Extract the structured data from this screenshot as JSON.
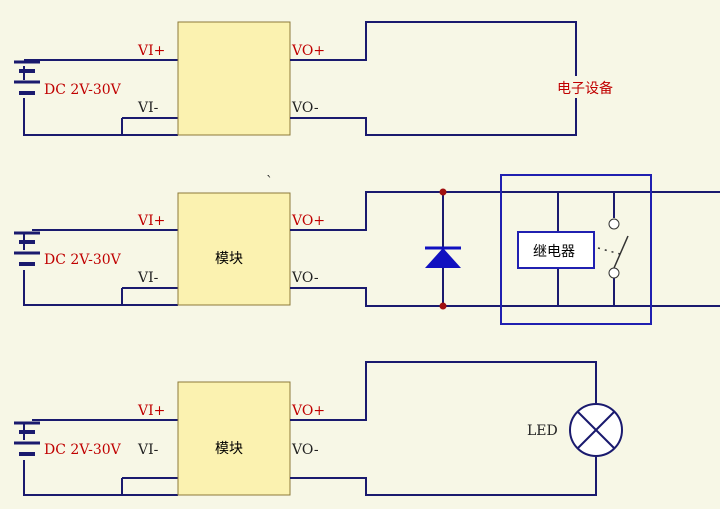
{
  "power_label": "DC 2V-30V",
  "vi_plus": "VI+",
  "vi_minus": "VI-",
  "vo_plus": "VO+",
  "vo_minus": "VO-",
  "module_label": "模块",
  "load_device": "电子设备",
  "relay_label": "继电器",
  "led_label": "LED",
  "colors": {
    "wire": "#1a1a6e",
    "label_red": "#c00000",
    "module_fill": "#fbf2b0",
    "diode": "#1010c0",
    "node": "#a01010"
  }
}
